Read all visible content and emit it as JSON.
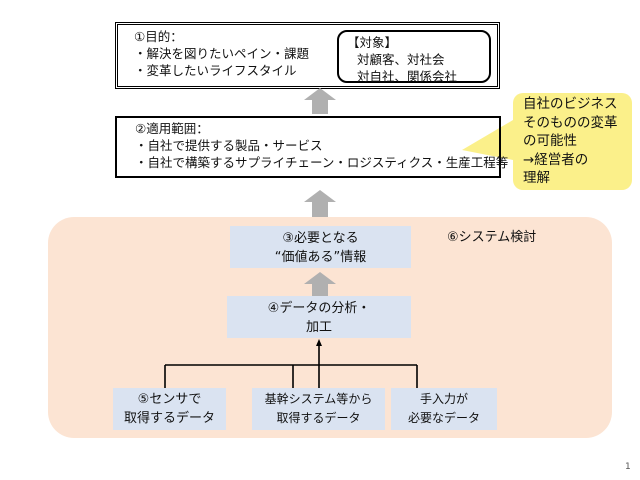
{
  "purpose": {
    "title": "①目的：",
    "items": [
      "・解決を図りたいペイン・課題",
      "・変革したいライフスタイル"
    ]
  },
  "target": {
    "title": "【対象】",
    "lines": [
      "対顧客、対社会",
      "対自社、関係会社"
    ]
  },
  "scope": {
    "title": "②適用範囲：",
    "items": [
      "・自社で提供する製品・サービス",
      "・自社で構築するサプライチェーン・ロジスティクス・生産工程等"
    ]
  },
  "callout": {
    "lines": [
      "自社のビジネス",
      "そのものの変革",
      "の可能性",
      "→経営者の",
      "理解"
    ]
  },
  "system": {
    "label": "⑥システム検討"
  },
  "info": {
    "lines": [
      "③必要となる",
      "“価値ある”情報"
    ]
  },
  "analysis": {
    "lines": [
      "④データの分析・",
      "加工"
    ]
  },
  "sources": [
    {
      "lines": [
        "⑤センサで",
        "取得するデータ"
      ]
    },
    {
      "lines": [
        "基幹システム等から",
        "取得するデータ"
      ]
    },
    {
      "lines": [
        "手入力が",
        "必要なデータ"
      ]
    }
  ],
  "page_number": "1",
  "colors": {
    "peach": "#fce4d3",
    "blue": "#dae3f1",
    "yellow": "#fbf08a",
    "arrow": "#b0b0b0"
  }
}
